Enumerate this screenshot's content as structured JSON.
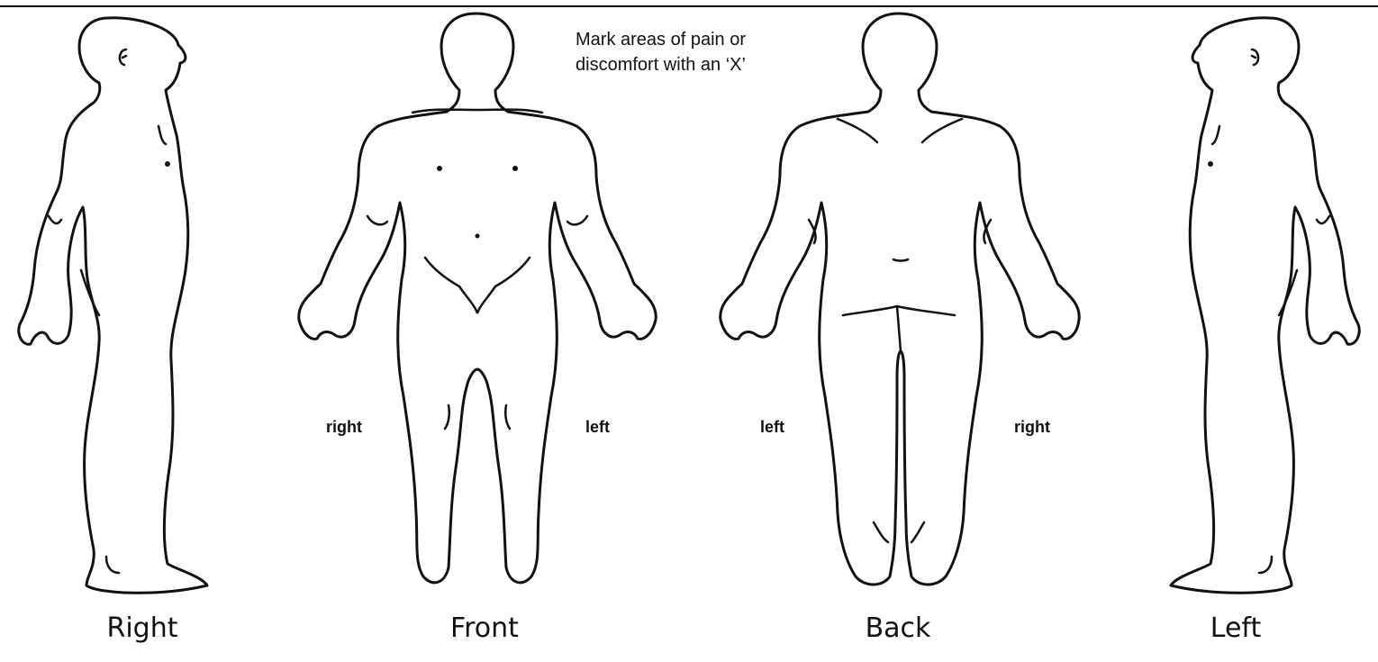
{
  "instruction": {
    "line1": "Mark areas of pain or",
    "line2": "discomfort with an ‘X’"
  },
  "views": {
    "right": "Right",
    "front": "Front",
    "back": "Back",
    "left": "Left"
  },
  "side_labels": {
    "front_right": "right",
    "front_left": "left",
    "back_left": "left",
    "back_right": "right"
  }
}
